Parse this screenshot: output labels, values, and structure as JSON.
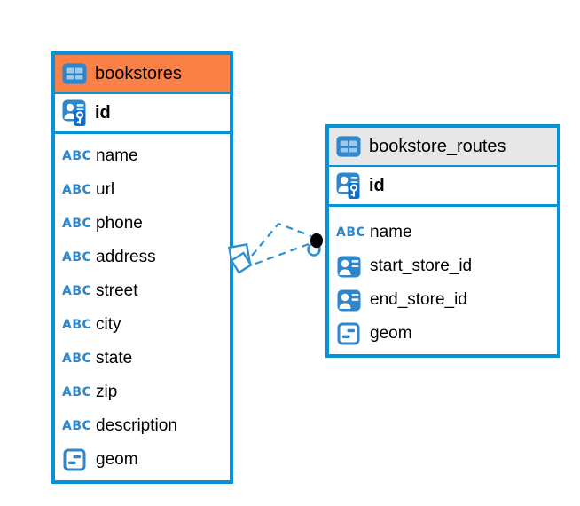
{
  "diagram": {
    "colors": {
      "table_border_blue": "#0990D5",
      "icon_blue": "#2E86CB",
      "key_patch_blue": "#0F6FC5",
      "relationship_line_blue": "#2E8FD3",
      "bookstores_header_bg": "#FA8046",
      "routes_header_bg": "#E7E7E7",
      "row_text": "#000000",
      "endpoint_dot_black": "#000000"
    },
    "icons": {
      "abc_label": "ABC",
      "header_icon": "table-grid-icon",
      "pk_icon": "person-with-key-icon",
      "ref_icon": "person-card-icon",
      "geometry_icon": "dash-box-icon"
    },
    "tables": [
      {
        "name": "bookstores",
        "header_bg": "#FA8046",
        "pk": {
          "name": "id"
        },
        "columns": [
          {
            "name": "name",
            "type": "text"
          },
          {
            "name": "url",
            "type": "text"
          },
          {
            "name": "phone",
            "type": "text"
          },
          {
            "name": "address",
            "type": "text"
          },
          {
            "name": "street",
            "type": "text"
          },
          {
            "name": "city",
            "type": "text"
          },
          {
            "name": "state",
            "type": "text"
          },
          {
            "name": "zip",
            "type": "text"
          },
          {
            "name": "description",
            "type": "text"
          },
          {
            "name": "geom",
            "type": "geometry"
          }
        ]
      },
      {
        "name": "bookstore_routes",
        "header_bg": "#E7E7E7",
        "pk": {
          "name": "id"
        },
        "columns": [
          {
            "name": "name",
            "type": "text"
          },
          {
            "name": "start_store_id",
            "type": "ref"
          },
          {
            "name": "end_store_id",
            "type": "ref"
          },
          {
            "name": "geom",
            "type": "geometry"
          }
        ]
      }
    ],
    "relationship": {
      "from_table": "bookstores",
      "to_table": "bookstore_routes",
      "style": "dashed",
      "upper_line_points": "284,288 314,252 351,266",
      "lower_line_points": "288,297 348,275"
    }
  }
}
